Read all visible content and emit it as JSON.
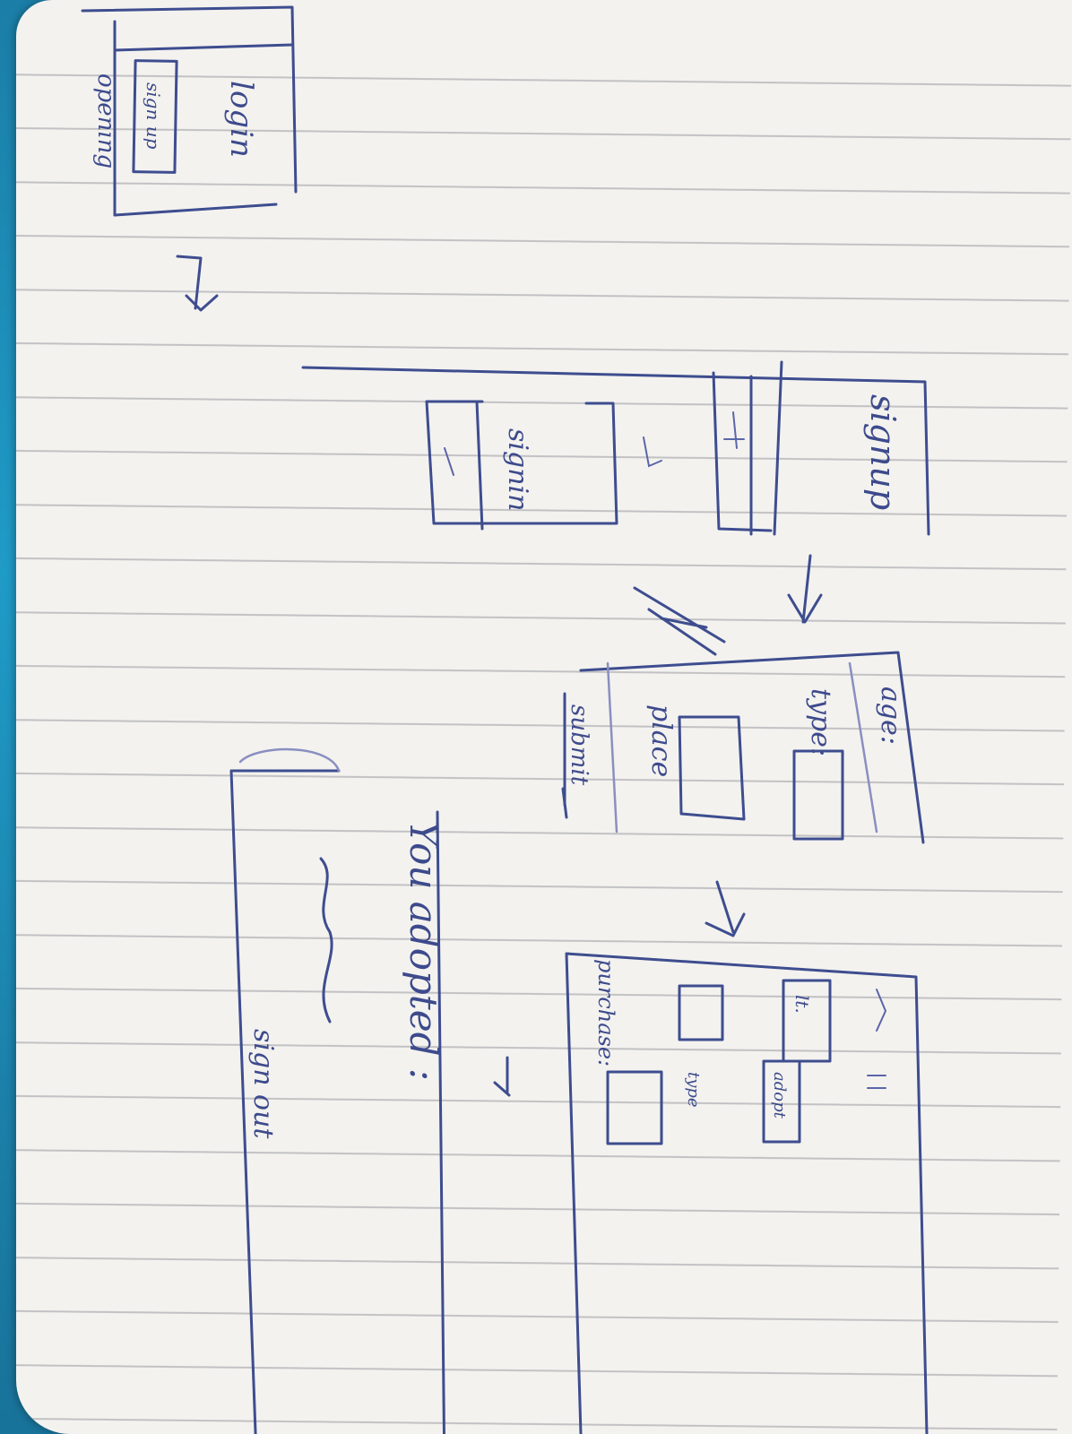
{
  "sketch": {
    "screen_login": {
      "title": "login",
      "button": "sign up",
      "caption": "opening"
    },
    "screen_signup": {
      "title": "signup",
      "subscreen_title": "signin"
    },
    "screen_form": {
      "field_age": "age:",
      "field_type": "type:",
      "field_place": "place",
      "submit": "submit"
    },
    "screen_results": {
      "button_1": "lt.",
      "button_2": "adopt",
      "purchase": "purchase:",
      "type_label": "type"
    },
    "screen_final": {
      "message": "You adopted :",
      "signout": "sign out"
    }
  }
}
